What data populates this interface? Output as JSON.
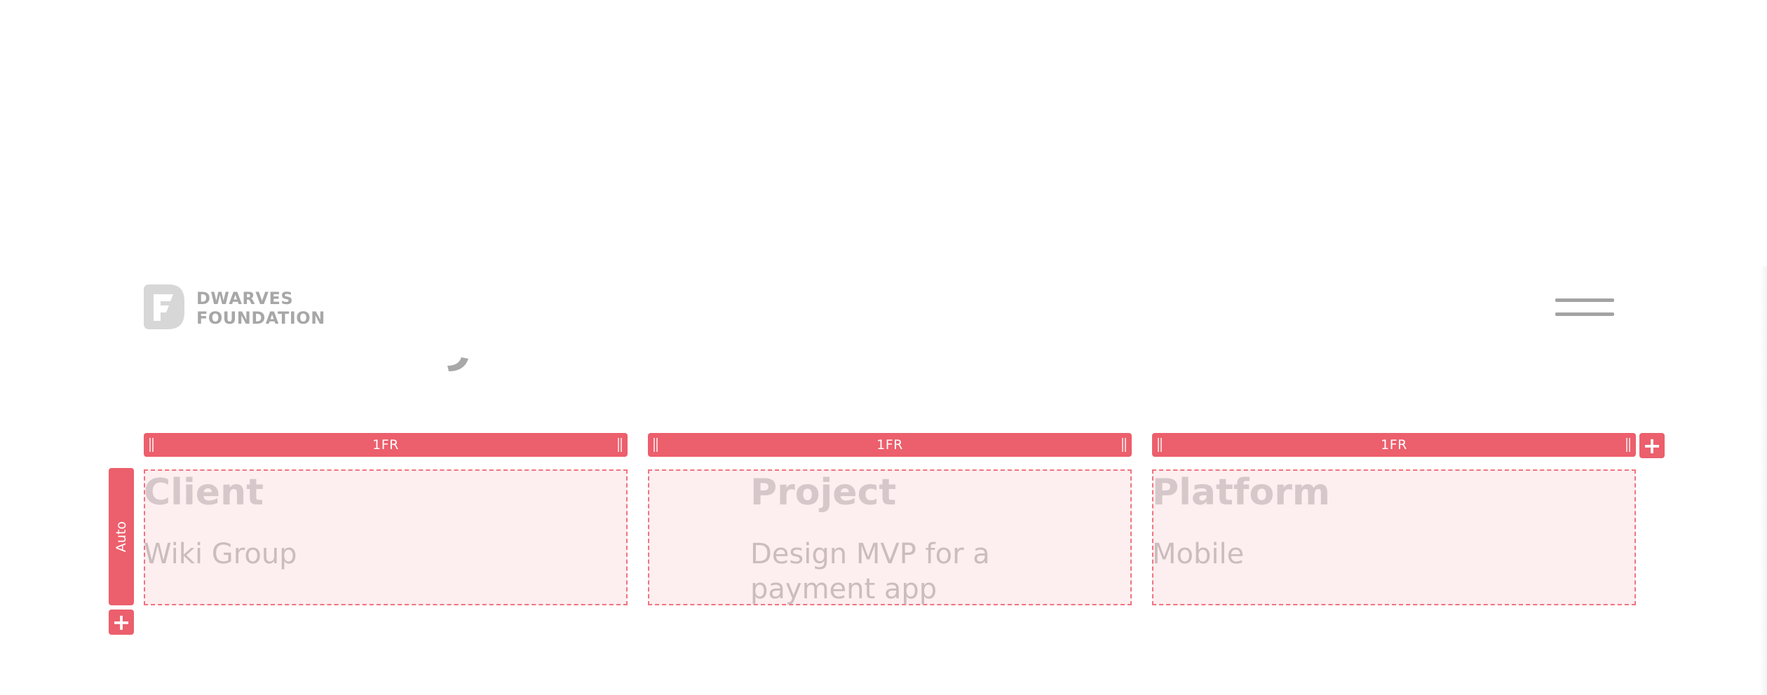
{
  "header": {
    "logo_line1": "DWARVES",
    "logo_line2": "FOUNDATION"
  },
  "grid_editor": {
    "columns": [
      "1FR",
      "1FR",
      "1FR"
    ],
    "row_label": "Auto",
    "add_column_label": "+",
    "add_row_label": "+"
  },
  "content": {
    "client": {
      "heading": "Client",
      "value": "Wiki Group"
    },
    "project": {
      "heading": "Project",
      "value_line1": "Design MVP for a",
      "value_line2": "payment app"
    },
    "platform": {
      "heading": "Platform",
      "value": "Mobile"
    }
  },
  "colors": {
    "accent": "#ec5f6c",
    "cell_fill": "#fdeeef",
    "logo_gray": "#a7a7a7"
  }
}
